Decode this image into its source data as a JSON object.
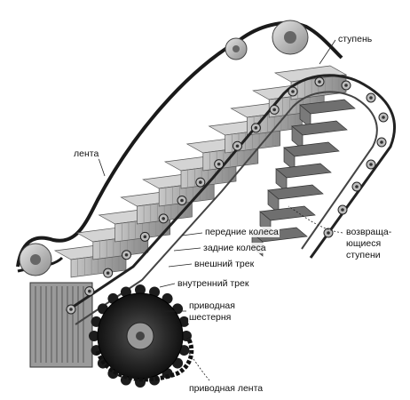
{
  "labels": {
    "steps": "ступень",
    "belt": "лента",
    "front_wheels": "передние колеса",
    "rear_wheels": "задние колеса",
    "outer_track": "внешний трек",
    "inner_track": "внутренний трек",
    "drive_gear_line1": "приводная",
    "drive_gear_line2": "шестерня",
    "drive_belt": "приводная лента",
    "returning_steps_line1": "возвраща-",
    "returning_steps_line2": "ющиеся",
    "returning_steps_line3": "ступени"
  },
  "colors": {
    "belt": "#1a1a1a",
    "step_face": "#a8a8a8",
    "step_top": "#d4d4d4",
    "step_side": "#7a7a7a",
    "chain": "#2a2a2a",
    "gear": "#1c1c1c",
    "wheel": "#bdbdbd"
  }
}
